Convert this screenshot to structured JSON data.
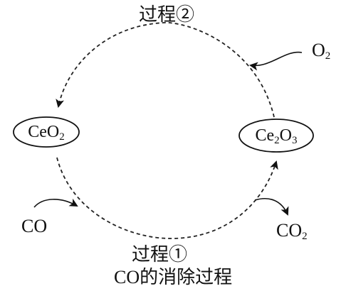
{
  "diagram": {
    "process2_label": "过程②",
    "process1_label": "过程①",
    "caption": "CO的消除过程",
    "nodes": {
      "left": {
        "base": "CeO",
        "sub": "2"
      },
      "right": {
        "base1": "Ce",
        "sub1": "2",
        "base2": "O",
        "sub2": "3"
      }
    },
    "inputs": {
      "o2": {
        "base": "O",
        "sub": "2"
      },
      "co": "CO"
    },
    "outputs": {
      "co2": {
        "base": "CO",
        "sub": "2"
      }
    }
  }
}
